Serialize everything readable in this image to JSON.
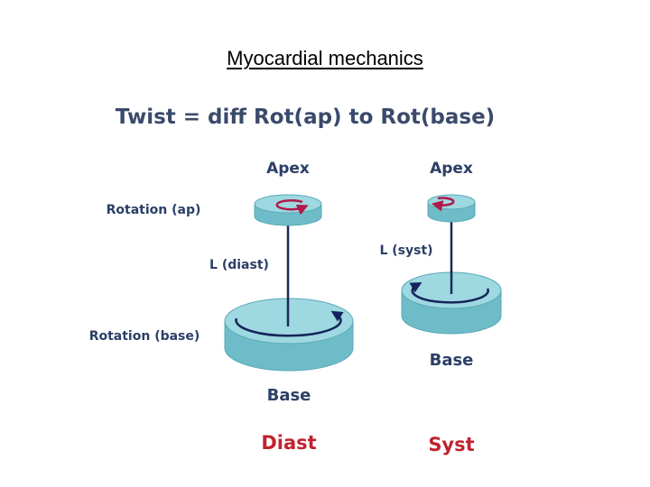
{
  "slide": {
    "title": "Myocardial mechanics"
  },
  "figure": {
    "heading": "Twist = diff Rot(ap) to Rot(base)",
    "left_labels": {
      "rotation_ap": "Rotation (ap)",
      "rotation_base": "Rotation (base)"
    },
    "diast": {
      "apex": "Apex",
      "length": "L (diast)",
      "base": "Base",
      "phase": "Diast"
    },
    "syst": {
      "apex": "Apex",
      "length": "L (syst)",
      "base": "Base",
      "phase": "Syst"
    },
    "colors": {
      "disc_top": "#9ed8e0",
      "disc_side": "#6fbcc9",
      "disc_edge": "#5aa9b6",
      "apex_arrow": "#b3184a",
      "base_arrow": "#15245c",
      "axis": "#1b2a55",
      "label": "#2b3f66",
      "phase": "#c0232f"
    }
  }
}
